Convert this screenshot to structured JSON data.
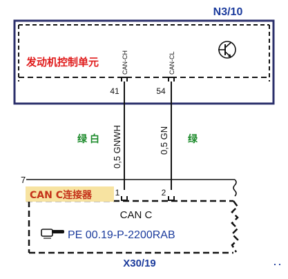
{
  "ecu": {
    "code": "N3/10",
    "name": "发动机控制单元",
    "symbol": "transistor-icon",
    "pin_labels": [
      "CAN-CH",
      "CAN-CL"
    ],
    "pins": [
      "41",
      "54"
    ]
  },
  "wires": {
    "left_spec": "0,5 GNWH",
    "right_spec": "0,5 GN",
    "left_color": "绿白",
    "right_color": "绿"
  },
  "connector": {
    "code": "X30/19",
    "tag": "CAN C连接器",
    "ref_number": "7",
    "pins": [
      "1",
      "2"
    ],
    "bus": "CAN C",
    "doc_ref": "PE 00.19-P-2200RAB",
    "ref_icon": "pointing-hand-icon"
  },
  "colors": {
    "box_border": "#2b2f6b",
    "red_text": "#e01b1b",
    "blue_text": "#1a3a9c",
    "green_text": "#1b8a2a",
    "tag_bg": "#f7e3a1",
    "tag_text": "#c4321a",
    "line": "#111111"
  }
}
